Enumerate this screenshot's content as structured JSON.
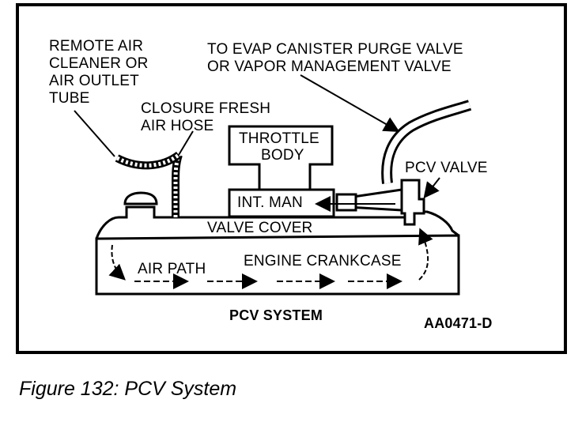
{
  "labels": {
    "remote_air": [
      "REMOTE AIR",
      "CLEANER OR",
      "AIR OUTLET",
      "TUBE"
    ],
    "closure_hose": [
      "CLOSURE FRESH",
      "AIR HOSE"
    ],
    "evap": [
      "TO EVAP CANISTER PURGE VALVE",
      "OR VAPOR MANAGEMENT VALVE"
    ],
    "throttle_body": [
      "THROTTLE",
      "BODY"
    ],
    "pcv_valve": "PCV VALVE",
    "int_man": "INT. MAN",
    "valve_cover": "VALVE COVER",
    "air_path": "AIR PATH",
    "engine_crankcase": "ENGINE CRANKCASE",
    "pcv_system": "PCV SYSTEM",
    "figure_code": "AA0471-D"
  },
  "caption": "Figure 132: PCV System"
}
